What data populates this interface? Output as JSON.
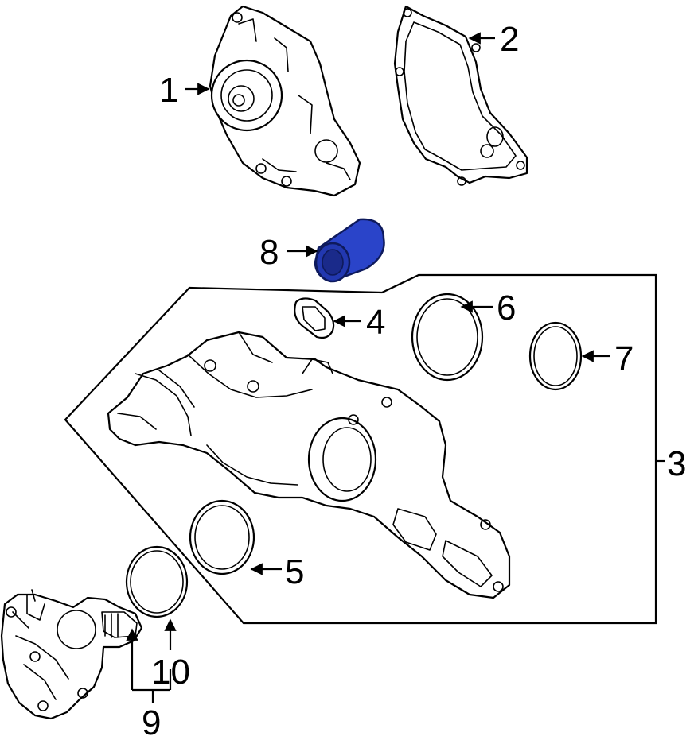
{
  "callouts": {
    "c1": "1",
    "c2": "2",
    "c3": "3",
    "c4": "4",
    "c5": "5",
    "c6": "6",
    "c7": "7",
    "c8": "8",
    "c9": "9",
    "c10": "10"
  },
  "colors": {
    "highlight": "#2a44c9",
    "line": "#000000",
    "background": "#ffffff"
  }
}
